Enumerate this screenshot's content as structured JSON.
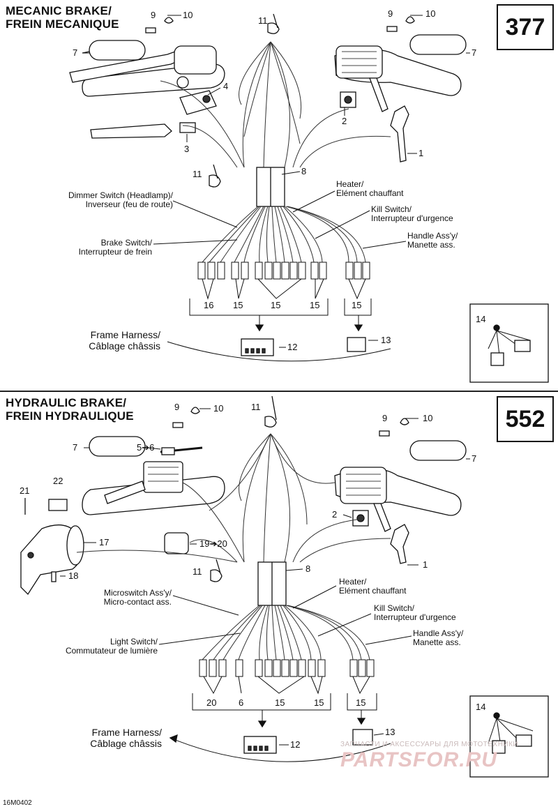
{
  "figure_ref": "16M0402",
  "watermark": {
    "top_text": "ЗАПЧАСТИ И АКСЕССУАРЫ ДЛЯ МОТОТЕХНИКИ",
    "main_text": "PARTSFOR.RU"
  },
  "top_panel": {
    "title_line1": "MECANIC BRAKE/",
    "title_line2": "FREIN MECANIQUE",
    "code": "377",
    "callouts": {
      "n9a": "9",
      "n10a": "10",
      "n11a": "11",
      "n9b": "9",
      "n10b": "10",
      "n7a": "7",
      "n7b": "7",
      "n4": "4",
      "n2": "2",
      "n3": "3",
      "n1": "1",
      "n11b": "11",
      "n8": "8",
      "n16": "16",
      "n15a": "15",
      "n15b": "15",
      "n15c": "15",
      "n15d": "15",
      "n12": "12",
      "n13": "13",
      "n14": "14"
    },
    "labels": {
      "dimmer": "Dimmer Switch (Headlamp)/\nInverseur (feu de route)",
      "brake": "Brake Switch/\nInterrupteur de frein",
      "heater": "Heater/\nElément chauffant",
      "kill": "Kill Switch/\nInterrupteur d'urgence",
      "handle": "Handle Ass'y/\nManette ass.",
      "frame": "Frame Harness/\nCâblage châssis"
    }
  },
  "bottom_panel": {
    "title_line1": "HYDRAULIC BRAKE/",
    "title_line2": "FREIN HYDRAULIQUE",
    "code": "552",
    "callouts": {
      "n9a": "9",
      "n10a": "10",
      "n11a": "11",
      "n9b": "9",
      "n10b": "10",
      "n7a": "7",
      "n56": "5➔6",
      "n7b": "7",
      "n21": "21",
      "n22": "22",
      "n17": "17",
      "n18": "18",
      "n1920": "19➔20",
      "n2": "2",
      "n1": "1",
      "n11b": "11",
      "n8": "8",
      "n20": "20",
      "n6": "6",
      "n15a": "15",
      "n15b": "15",
      "n15c": "15",
      "n12": "12",
      "n13": "13",
      "n14": "14"
    },
    "labels": {
      "micro": "Microswitch Ass'y/\nMicro-contact ass.",
      "light": "Light Switch/\nCommutateur de lumière",
      "heater": "Heater/\nElément chauffant",
      "kill": "Kill Switch/\nInterrupteur d'urgence",
      "handle": "Handle Ass'y/\nManette ass.",
      "frame": "Frame Harness/\nCâblage châssis"
    }
  }
}
